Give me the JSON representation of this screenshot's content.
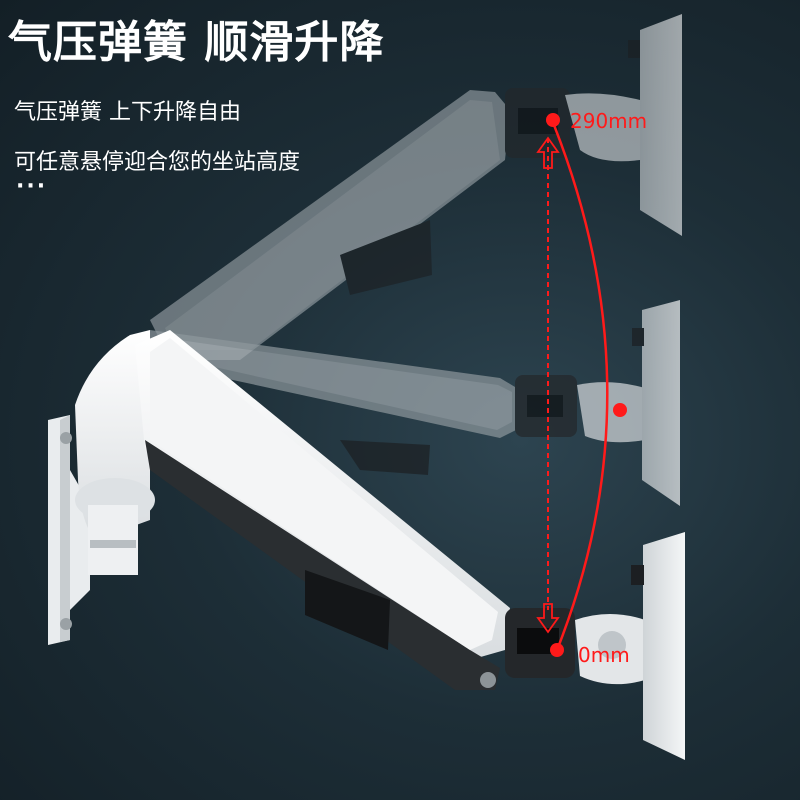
{
  "headline": "气压弹簧 顺滑升降",
  "subtitle_line1": "气压弹簧 上下升降自由",
  "subtitle_line2": "可任意悬停迎合您的坐站高度",
  "ellipsis": "···",
  "height_labels": {
    "top": "290mm",
    "bottom": "0mm"
  },
  "colors": {
    "background": "#1b2b33",
    "text": "#ffffff",
    "accent_red": "#ff1a1a"
  }
}
